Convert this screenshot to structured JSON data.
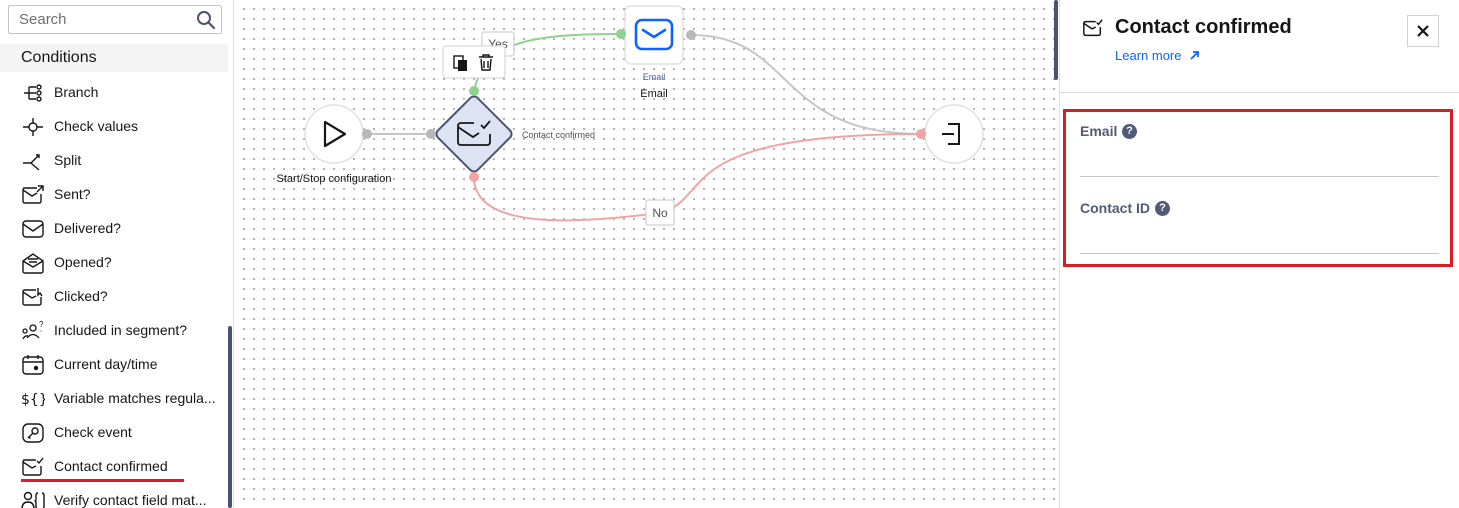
{
  "palette": {
    "search_placeholder": "Search",
    "section_title": "Conditions",
    "items": [
      {
        "label": "Branch",
        "icon": "branch-icon"
      },
      {
        "label": "Check values",
        "icon": "check-values-icon"
      },
      {
        "label": "Split",
        "icon": "split-icon"
      },
      {
        "label": "Sent?",
        "icon": "sent-icon"
      },
      {
        "label": "Delivered?",
        "icon": "delivered-icon"
      },
      {
        "label": "Opened?",
        "icon": "opened-icon"
      },
      {
        "label": "Clicked?",
        "icon": "clicked-icon"
      },
      {
        "label": "Included in segment?",
        "icon": "segment-icon"
      },
      {
        "label": "Current day/time",
        "icon": "calendar-icon"
      },
      {
        "label": "Variable matches regula...",
        "icon": "variable-icon"
      },
      {
        "label": "Check event",
        "icon": "event-icon"
      },
      {
        "label": "Contact confirmed",
        "icon": "contact-confirmed-icon"
      },
      {
        "label": "Verify contact field mat...",
        "icon": "verify-contact-icon"
      }
    ]
  },
  "canvas": {
    "start_node_label": "Start/Stop configuration",
    "condition_node_label": "Contact confirmed",
    "email_node_type": "Email",
    "email_node_label": "Email",
    "yes_label": "Yes",
    "no_label": "No"
  },
  "panel": {
    "title": "Contact confirmed",
    "learn_more": "Learn more",
    "fields": [
      {
        "label": "Email",
        "value": ""
      },
      {
        "label": "Contact ID",
        "value": ""
      }
    ]
  },
  "colors": {
    "accent": "#0f62fe",
    "yes_path": "#8fd18f",
    "no_path": "#f0a5a5",
    "highlight": "#da1e28",
    "node_fill": "#dde3f2",
    "node_stroke": "#4a5472"
  }
}
